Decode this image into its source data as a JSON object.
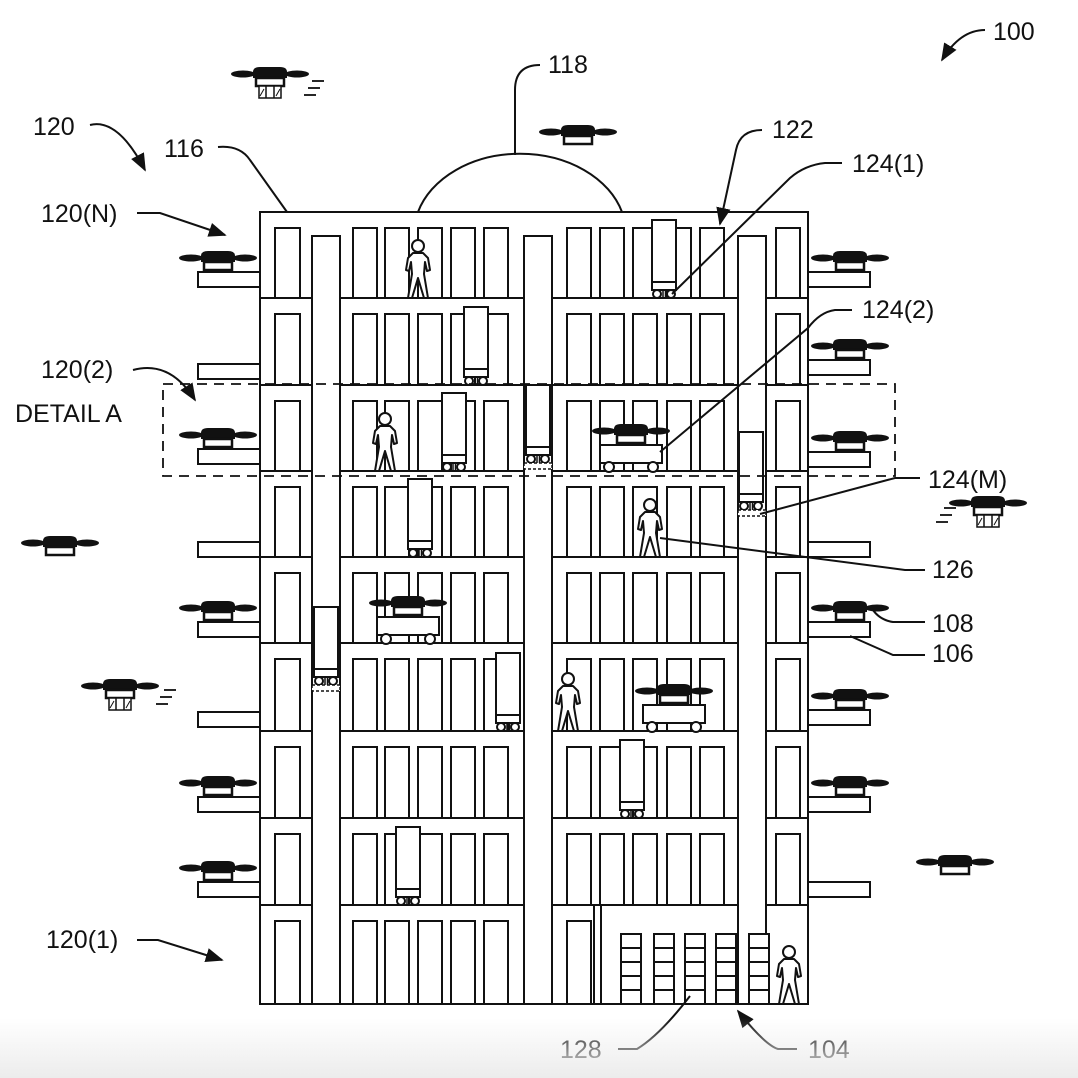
{
  "figure": {
    "reference_numeral": "100",
    "detail_label": "DETAIL A",
    "colors": {
      "line": "#111111",
      "background": "#ffffff"
    }
  },
  "labels": {
    "system": "100",
    "dome": "118",
    "roof": "116",
    "building_levels": "120",
    "level_n": "120(N)",
    "level_2": "120(2)",
    "level_1": "120(1)",
    "shaft": "122",
    "robot_1": "124(1)",
    "robot_2": "124(2)",
    "robot_m": "124(M)",
    "person": "126",
    "uav": "108",
    "landing_platform": "106",
    "lockers": "128",
    "building": "104"
  },
  "building": {
    "floor_count": 9,
    "shafts": 3
  },
  "icons": [
    "uav-drone-icon",
    "person-icon",
    "delivery-robot-icon",
    "locker-icon"
  ]
}
